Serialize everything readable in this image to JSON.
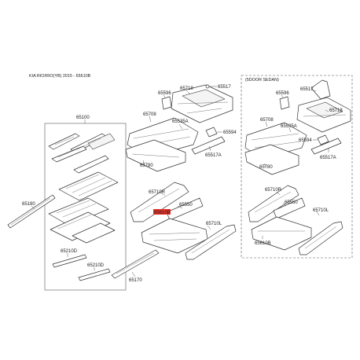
{
  "header": {
    "text": "KIA RIO/RIO(YB) 2015 - 65610B"
  },
  "sedan_title": "(5DOOR SEDAN)",
  "labels": {
    "p65100": "65100",
    "p65180": "65180",
    "p65210D_a": "65210D",
    "p65210D_b": "65210D",
    "p65596_a": "65596",
    "p65718_a": "65718",
    "p65517_a": "65517",
    "p65708_a": "65708",
    "p65535A_a": "65535A",
    "p65594_a": "65594",
    "p65780_a": "65780",
    "p65517A_a": "65517A",
    "p65710R_a": "65710R",
    "p65550_a": "65550",
    "p65610B_a": "65610B",
    "p65710L_a": "65710L",
    "p65170": "65170",
    "p65596_b": "65596",
    "p65517_b": "65517",
    "p65718_b": "65718",
    "p65708_b": "65708",
    "p65535A_b": "65535A",
    "p65594_b": "65594",
    "p65780_b": "65780",
    "p65517A_b": "65517A",
    "p65710R_b": "65710R",
    "p65550_b": "65550",
    "p65710L_b": "65710L",
    "p65610B_b": "65610B"
  },
  "colors": {
    "highlight": "#e8332a",
    "line": "#333333",
    "frame": "#555555"
  }
}
